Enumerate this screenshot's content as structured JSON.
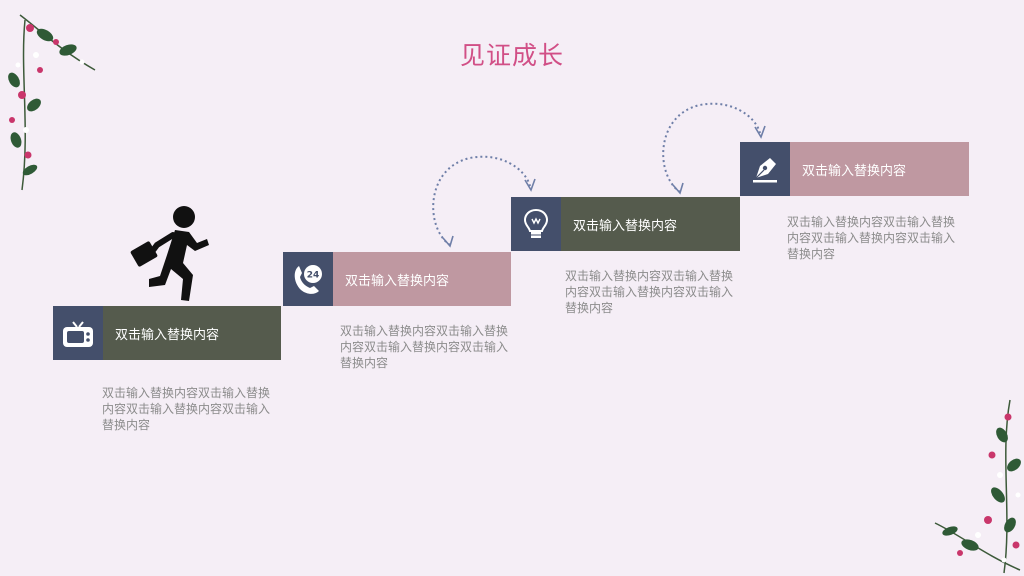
{
  "title": "见证成长",
  "steps": [
    {
      "label": "双击输入替换内容",
      "desc": "双击输入替换内容双击输入替换内容双击输入替换内容双击输入替换内容",
      "icon": "tv-icon",
      "color": "#555b4d"
    },
    {
      "label": "双击输入替换内容",
      "desc": "双击输入替换内容双击输入替换内容双击输入替换内容双击输入替换内容",
      "icon": "phone-24-icon",
      "color": "#bf98a1"
    },
    {
      "label": "双击输入替换内容",
      "desc": "双击输入替换内容双击输入替换内容双击输入替换内容双击输入替换内容",
      "icon": "lightbulb-icon",
      "color": "#555b4d"
    },
    {
      "label": "双击输入替换内容",
      "desc": "双击输入替换内容双击输入替换内容双击输入替换内容双击输入替换内容",
      "icon": "pen-icon",
      "color": "#bf98a1"
    }
  ],
  "icon_badge_text": "24",
  "colors": {
    "title": "#d14f86",
    "icon_box": "#444f6b",
    "text_gray": "#8c8c8c",
    "background": "#f5eef6"
  }
}
